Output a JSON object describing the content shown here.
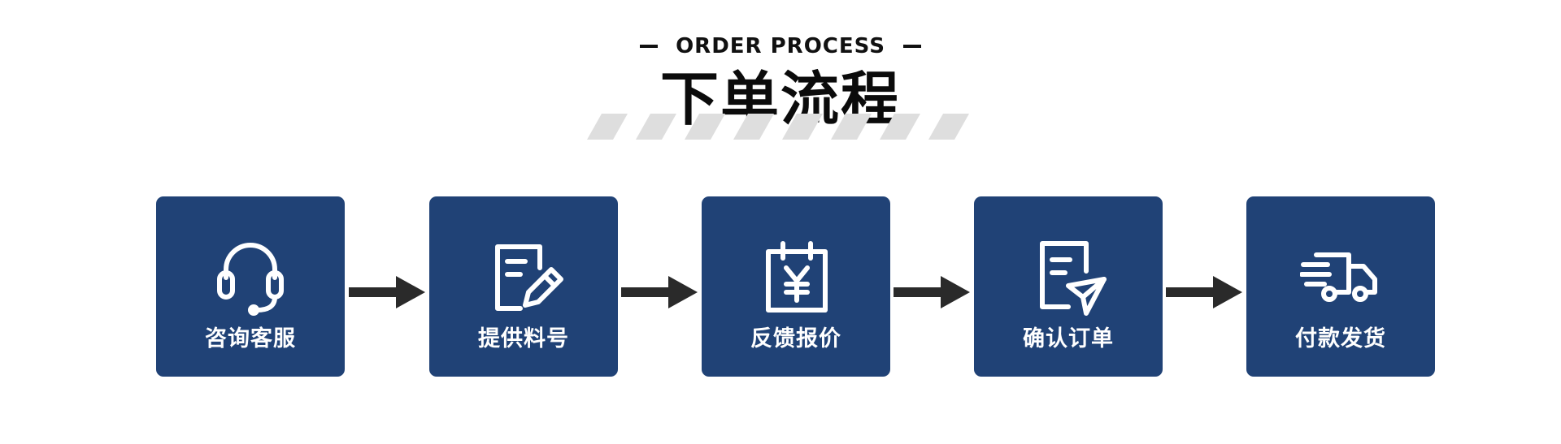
{
  "header": {
    "subtitle": "ORDER PROCESS",
    "title": "下单流程"
  },
  "steps": [
    {
      "label": "咨询客服",
      "icon": "headset-icon"
    },
    {
      "label": "提供料号",
      "icon": "document-edit-icon"
    },
    {
      "label": "反馈报价",
      "icon": "yen-calendar-icon"
    },
    {
      "label": "确认订单",
      "icon": "document-send-icon"
    },
    {
      "label": "付款发货",
      "icon": "delivery-truck-icon"
    }
  ],
  "colors": {
    "step_background": "#204276",
    "arrow": "#2a2a2a",
    "stripe": "#dedede",
    "text_dark": "#111111"
  }
}
